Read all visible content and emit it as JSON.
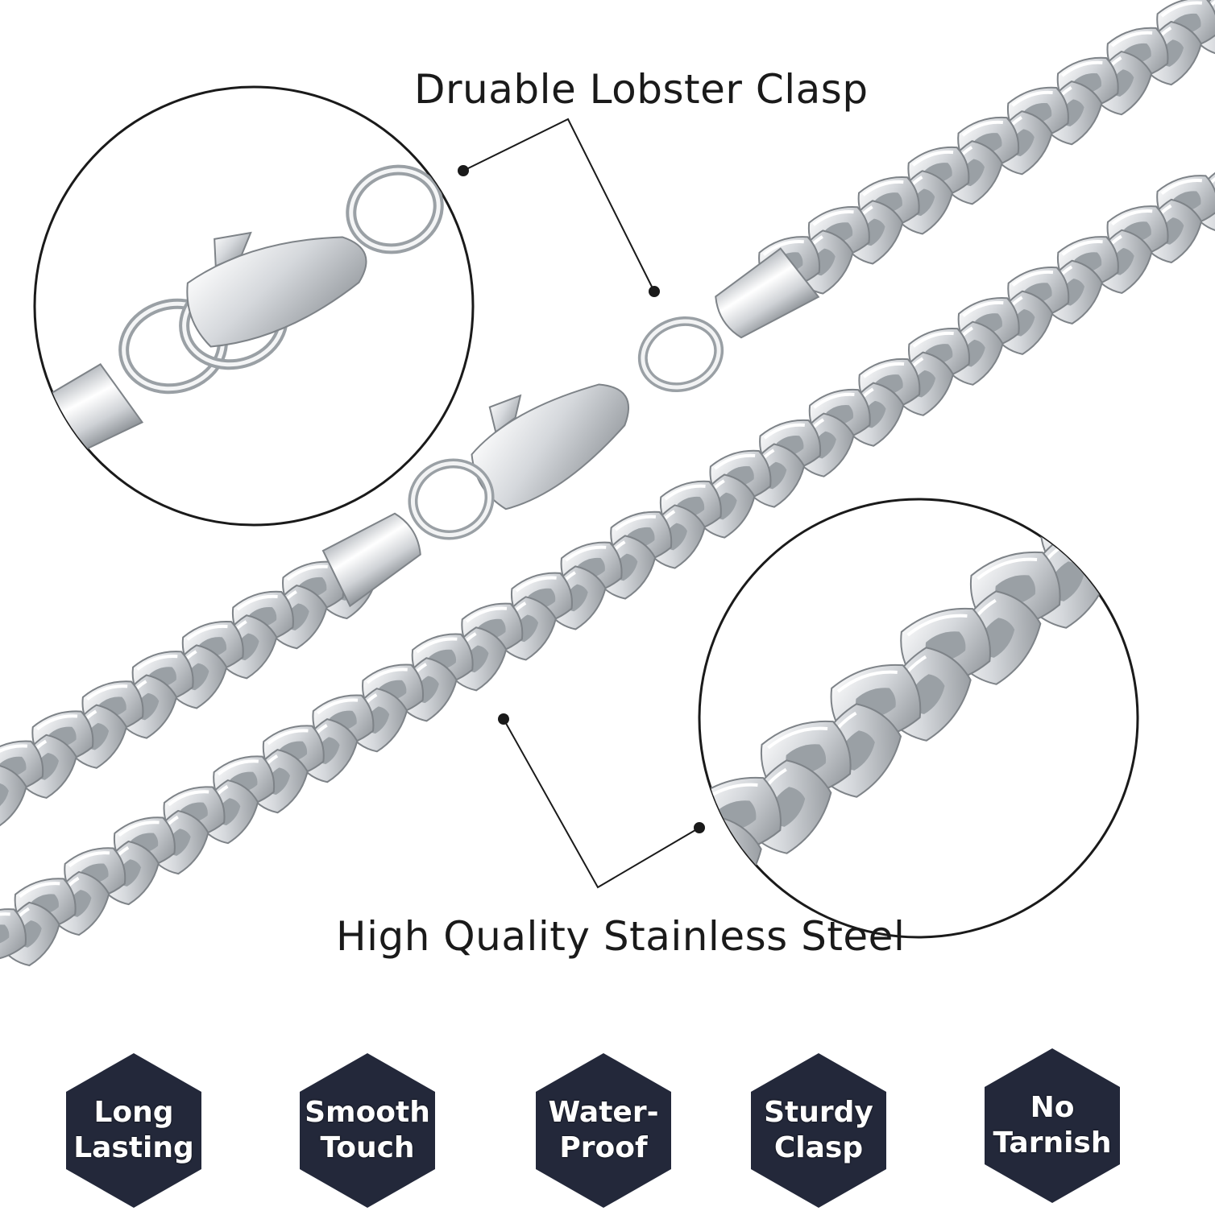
{
  "callouts": {
    "clasp": "Druable Lobster Clasp",
    "steel": "High Quality Stainless Steel"
  },
  "badges": [
    {
      "line1": "Long",
      "line2": "Lasting"
    },
    {
      "line1": "Smooth",
      "line2": "Touch"
    },
    {
      "line1": "Water-",
      "line2": "Proof"
    },
    {
      "line1": "Sturdy",
      "line2": "Clasp"
    },
    {
      "line1": "No",
      "line2": "Tarnish"
    }
  ],
  "colors": {
    "badge_fill": "#23283a",
    "steel_light": "#f4f5f6",
    "steel_mid": "#c9ccd0",
    "steel_dark": "#8e9398",
    "line": "#1a1a1a"
  }
}
